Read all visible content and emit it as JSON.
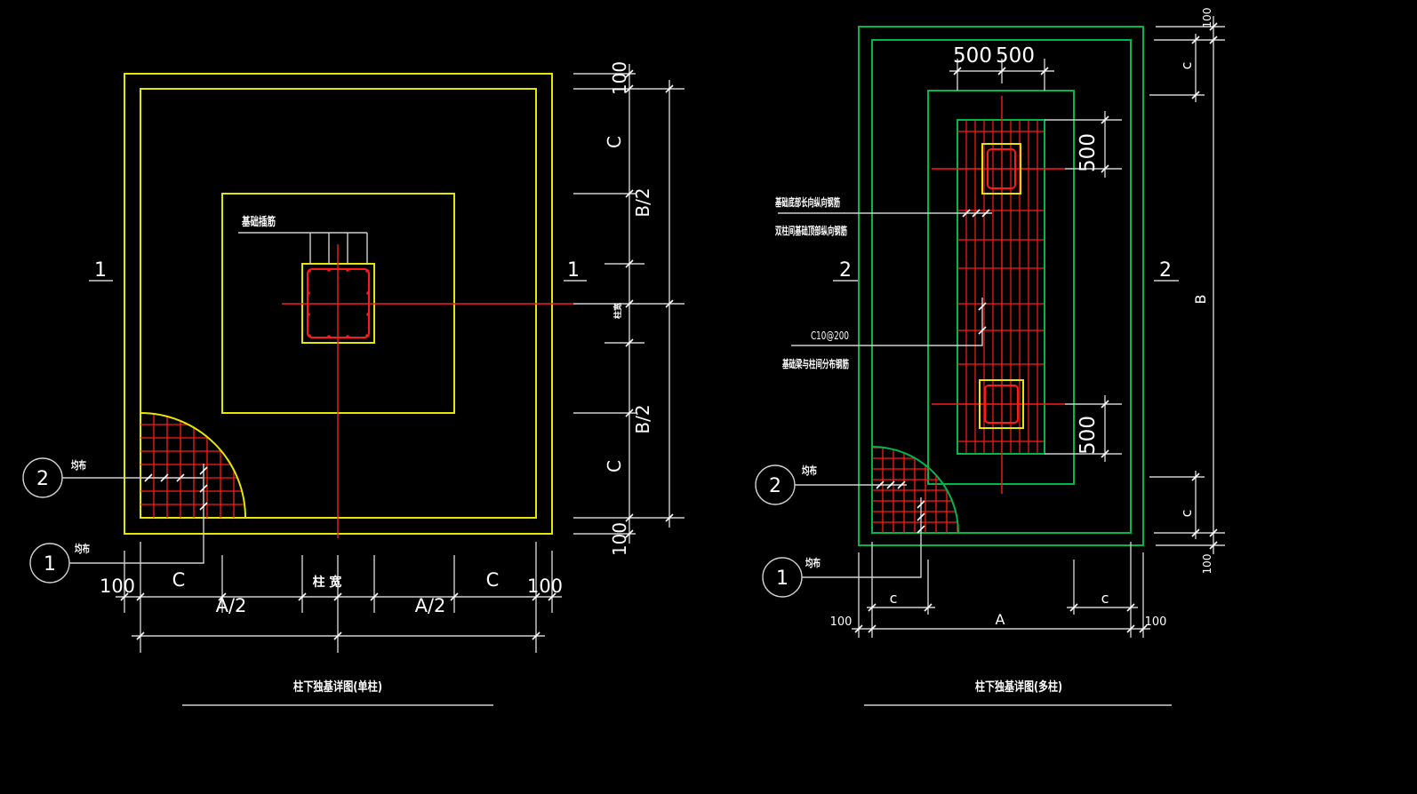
{
  "colors": {
    "background": "#000000",
    "yellow": "#e6e600",
    "red": "#ff1a1a",
    "green": "#00b84a",
    "line": "#cfcfcf",
    "text": "#ffffff"
  },
  "left_plan": {
    "title": "柱下独基详图(单柱)",
    "section_marks": [
      "1",
      "1"
    ],
    "rebar_label": "基础插筋",
    "callouts": [
      {
        "number": "2",
        "label": "均布"
      },
      {
        "number": "1",
        "label": "均布"
      }
    ],
    "dims_bottom": [
      "100",
      "C",
      "A/2",
      "柱 宽",
      "A/2",
      "C",
      "100"
    ],
    "dims_right": [
      "100",
      "C",
      "B/2",
      "柱宽",
      "B/2",
      "C",
      "100"
    ]
  },
  "right_plan": {
    "title": "柱下独基详图(多柱)",
    "section_marks": [
      "2",
      "2"
    ],
    "labels": [
      "基础底部长向纵向钢筋",
      "双柱间基础顶部纵向钢筋",
      "C10@200",
      "基础梁与柱间分布钢筋"
    ],
    "callouts": [
      {
        "number": "2",
        "label": "均布"
      },
      {
        "number": "1",
        "label": "均布"
      }
    ],
    "dims_top": [
      "500",
      "500"
    ],
    "dims_inner": [
      "500",
      "500"
    ],
    "dims_right": [
      "100",
      "c",
      "B",
      "c",
      "100"
    ],
    "dims_bottom": [
      "c",
      "c",
      "100",
      "A",
      "100"
    ]
  }
}
